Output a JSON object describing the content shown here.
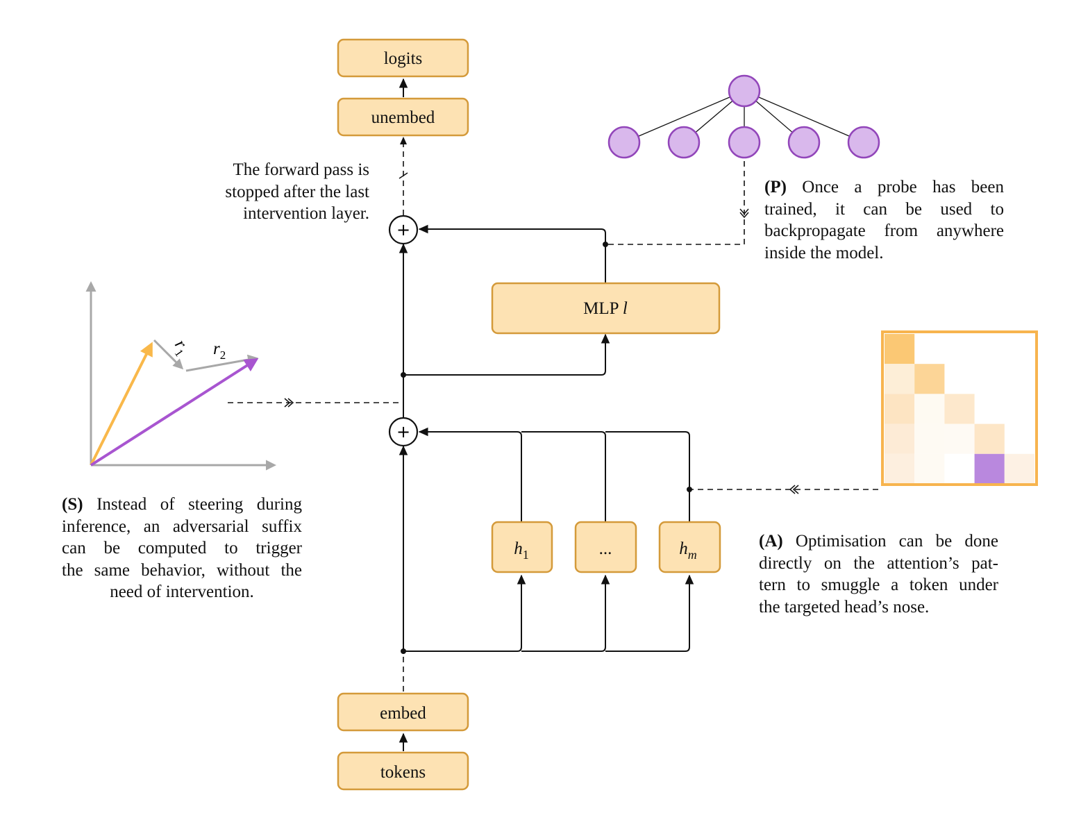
{
  "boxes": {
    "logits": "logits",
    "unembed": "unembed",
    "mlp": "MLP",
    "mlp_var": "l",
    "head_first": "h",
    "head_first_sub": "1",
    "head_mid": "...",
    "head_last": "h",
    "head_last_sub": "m",
    "embed": "embed",
    "tokens": "tokens"
  },
  "sum_symbol": "+",
  "vectors": {
    "r1_label": "r",
    "r1_sub": "1",
    "r2_label": "r",
    "r2_sub": "2"
  },
  "annotations": {
    "forward_pass": [
      "The forward pass is",
      "stopped after the last",
      "intervention layer."
    ],
    "probe": {
      "tag": "(P)",
      "lines": [
        " Once a probe has been",
        "trained, it can be used to",
        "backpropagate from anywhere",
        "inside the model."
      ]
    },
    "steering": {
      "tag": "(S)",
      "lines": [
        " Instead of steering during",
        "inference, an adversarial suffix",
        "can be computed to trigger",
        "the same behavior, without the",
        "need of intervention."
      ]
    },
    "attention": {
      "tag": "(A)",
      "lines": [
        " Optimisation can be done",
        "directly on the attention’s pat-",
        "tern to smuggle a token under",
        "the targeted head’s nose."
      ]
    }
  },
  "colors": {
    "box_fill": "#fde2b3",
    "box_stroke": "#d49a3a",
    "probe_node": "#d9b8ec",
    "probe_stroke": "#9246ba",
    "orange_arrow": "#f9b84a",
    "purple_arrow": "#a855d0",
    "gray_arrow": "#a8a8a8",
    "attention_frame": "#f7b44e"
  },
  "attention_pattern": [
    [
      "#fbc874",
      null,
      null,
      null,
      null
    ],
    [
      "#fdeed7",
      "#fcd597",
      null,
      null,
      null
    ],
    [
      "#fde4c2",
      "#fefaf2",
      "#fde8cc",
      null,
      null
    ],
    [
      "#fdebd6",
      "#fefaf3",
      "#fefaf4",
      "#fde6c7",
      null
    ],
    [
      "#fdefdf",
      "#fefaf3",
      "#ffffff",
      "#b988de",
      "#fdf1e4"
    ]
  ]
}
